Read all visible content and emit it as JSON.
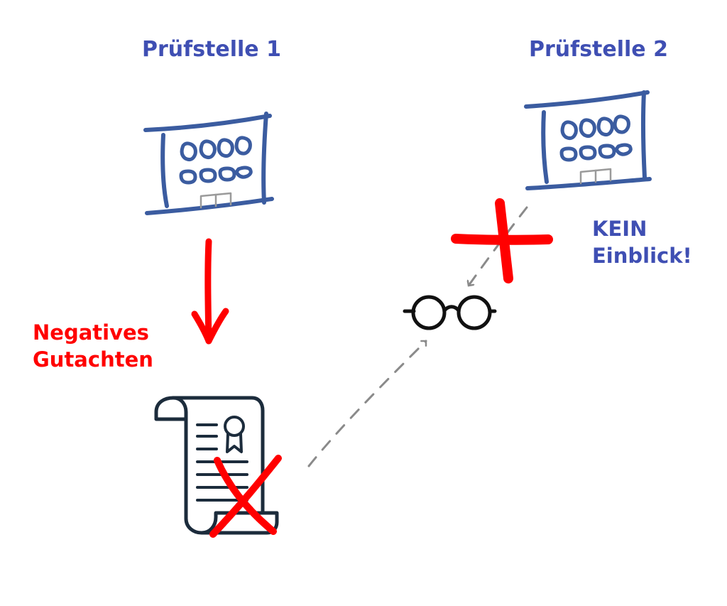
{
  "labels": {
    "station_1": "Prüfstelle 1",
    "station_2": "Prüfstelle 2",
    "negative_report": "Negatives\nGutachten",
    "no_access": "KEIN\nEinblick!"
  },
  "colors": {
    "station_text": "#3f4fb3",
    "building_stroke": "#3b5ca0",
    "door_stroke": "#9a9a9a",
    "warning_red": "#ff0000",
    "report_stroke": "#1c2c3c",
    "dashed_arrow": "#8a8a8a",
    "glasses_stroke": "#111111"
  },
  "icons": {
    "building": "office-building-icon",
    "document": "certificate-document-icon",
    "viewer": "glasses-icon",
    "arrow": "arrow-down-icon",
    "reject": "cross-mark-icon"
  }
}
